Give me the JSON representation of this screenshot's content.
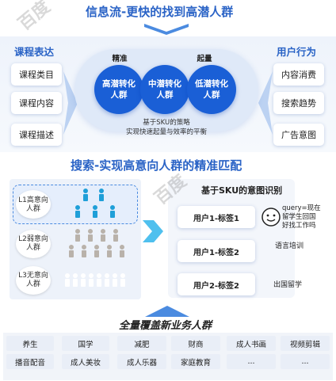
{
  "section1": {
    "title": "信息流-更快的找到高潜人群",
    "left_head": "课程表达",
    "left_items": [
      "课程类目",
      "课程内容",
      "课程描述"
    ],
    "right_head": "用户行为",
    "right_items": [
      "内容消费",
      "搜索趋势",
      "广告意图"
    ],
    "circle_tops": [
      "精准",
      "起量"
    ],
    "circles": [
      "高潜转化人群",
      "中潜转化人群",
      "低潜转化人群"
    ],
    "strategy": [
      "基于SKU的策略",
      "实现快速起量与效率的平衡"
    ]
  },
  "section2": {
    "title": "搜索-实现高意向人群的精准匹配",
    "levels": [
      "L1高意向人群",
      "L2弱意向人群",
      "L3无意向人群"
    ],
    "sku_title": "基于SKU的意图识别",
    "tags": [
      "用户1-标签1",
      "用户1-标签2",
      "用户2-标签2"
    ],
    "query": "query=现在留学生回国好找工作吗",
    "outcomes": [
      "语言培训",
      "出国留学"
    ]
  },
  "section3": {
    "title": "全量覆盖新业务人群",
    "row1": [
      "养生",
      "国学",
      "减肥",
      "财商",
      "成人书画",
      "视频剪辑"
    ],
    "row2": [
      "播音配音",
      "成人美妆",
      "成人乐器",
      "家庭教育",
      "...",
      "..."
    ]
  },
  "watermark": "百度"
}
